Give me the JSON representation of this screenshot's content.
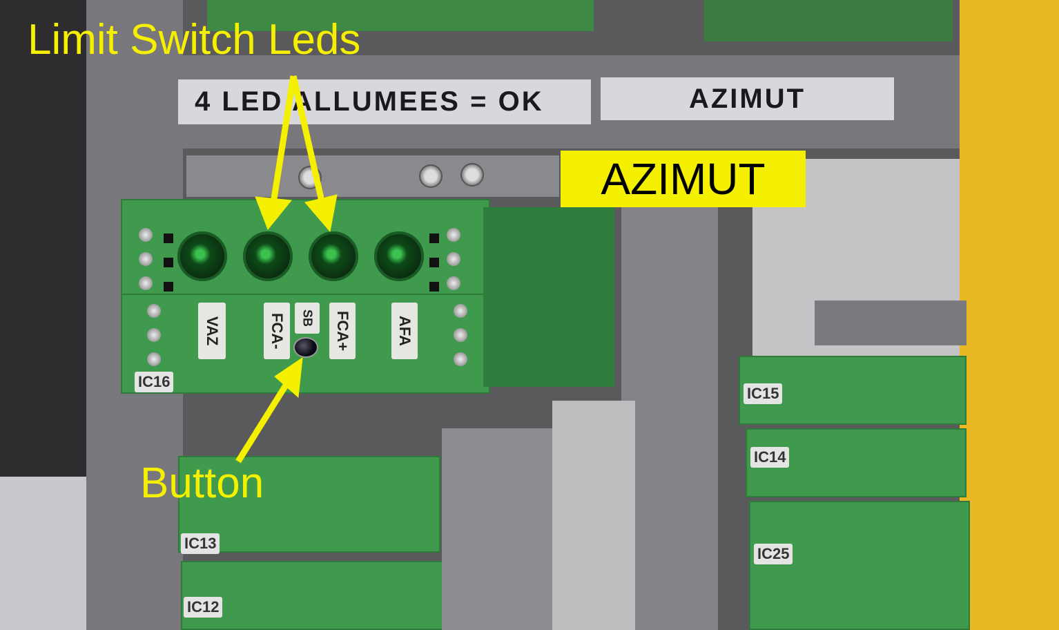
{
  "annotations": {
    "limit_switch_label": "Limit Switch Leds",
    "button_label": "Button",
    "azimut_highlight": "AZIMUT",
    "color": "#f5f000"
  },
  "panel_labels": {
    "left_strip": "4 LED ALLUMEES = OK",
    "right_strip": "AZIMUT"
  },
  "module": {
    "id": "IC16",
    "tags": [
      "VAZ",
      "FCA-",
      "SB",
      "FCA+",
      "AFA"
    ],
    "led_count": 4
  },
  "other_modules": [
    "IC15",
    "IC14",
    "IC25",
    "IC13",
    "IC12"
  ]
}
